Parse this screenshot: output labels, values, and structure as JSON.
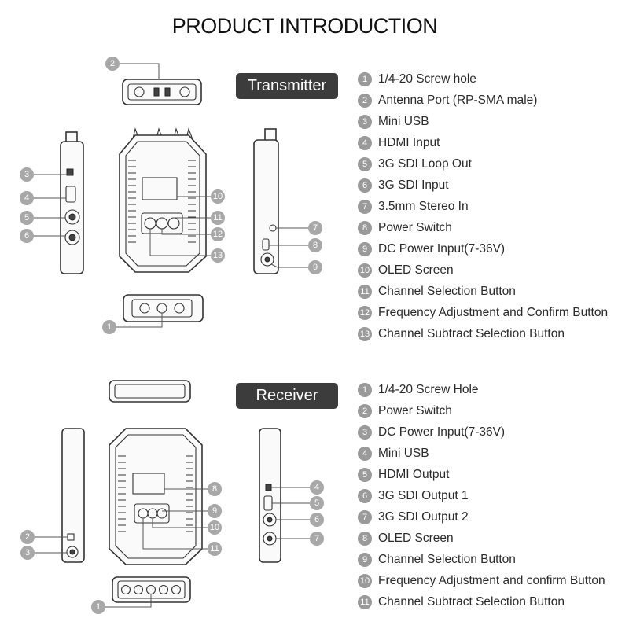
{
  "title": "PRODUCT INTRODUCTION",
  "transmitter": {
    "label": "Transmitter",
    "items": [
      {
        "num": "1",
        "label": "1/4-20 Screw hole"
      },
      {
        "num": "2",
        "label": "Antenna Port (RP-SMA male)"
      },
      {
        "num": "3",
        "label": "Mini USB"
      },
      {
        "num": "4",
        "label": "HDMI Input"
      },
      {
        "num": "5",
        "label": "3G SDI Loop Out"
      },
      {
        "num": "6",
        "label": "3G SDI Input"
      },
      {
        "num": "7",
        "label": "3.5mm Stereo In"
      },
      {
        "num": "8",
        "label": "Power Switch"
      },
      {
        "num": "9",
        "label": "DC Power Input(7-36V)"
      },
      {
        "num": "10",
        "label": "OLED Screen"
      },
      {
        "num": "11",
        "label": "Channel Selection Button"
      },
      {
        "num": "12",
        "label": "Frequency Adjustment and Confirm Button"
      },
      {
        "num": "13",
        "label": "Channel Subtract Selection Button"
      }
    ]
  },
  "receiver": {
    "label": "Receiver",
    "items": [
      {
        "num": "1",
        "label": "1/4-20 Screw Hole"
      },
      {
        "num": "2",
        "label": "Power Switch"
      },
      {
        "num": "3",
        "label": "DC Power Input(7-36V)"
      },
      {
        "num": "4",
        "label": "Mini USB"
      },
      {
        "num": "5",
        "label": "HDMI Output"
      },
      {
        "num": "6",
        "label": "3G SDI Output 1"
      },
      {
        "num": "7",
        "label": "3G SDI Output 2"
      },
      {
        "num": "8",
        "label": "OLED Screen"
      },
      {
        "num": "9",
        "label": "Channel Selection Button"
      },
      {
        "num": "10",
        "label": "Frequency Adjustment and confirm Button"
      },
      {
        "num": "11",
        "label": "Channel Subtract Selection Button"
      }
    ]
  }
}
